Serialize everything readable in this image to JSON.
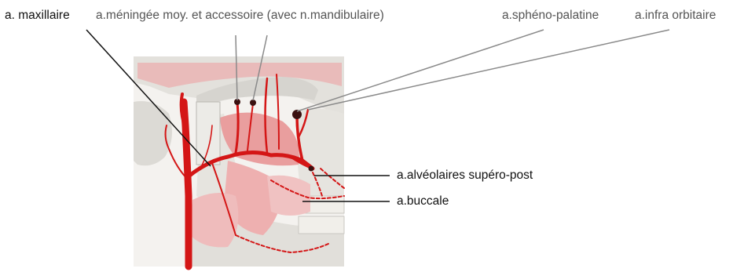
{
  "labels": {
    "maxillaire": "a. maxillaire",
    "meningee": "a.méningée moy. et accessoire (avec n.mandibulaire)",
    "spheno_palatine": "a.sphéno-palatine",
    "infra_orbitaire": "a.infra orbitaire",
    "alveolaires": "a.alvéolaires supéro-post",
    "buccale": "a.buccale"
  },
  "colors": {
    "artery": "#d41616",
    "muscle": "#e9a7a7",
    "bone": "#dededb",
    "leader_dark": "#111111",
    "leader_grey": "#8a8a8a"
  }
}
